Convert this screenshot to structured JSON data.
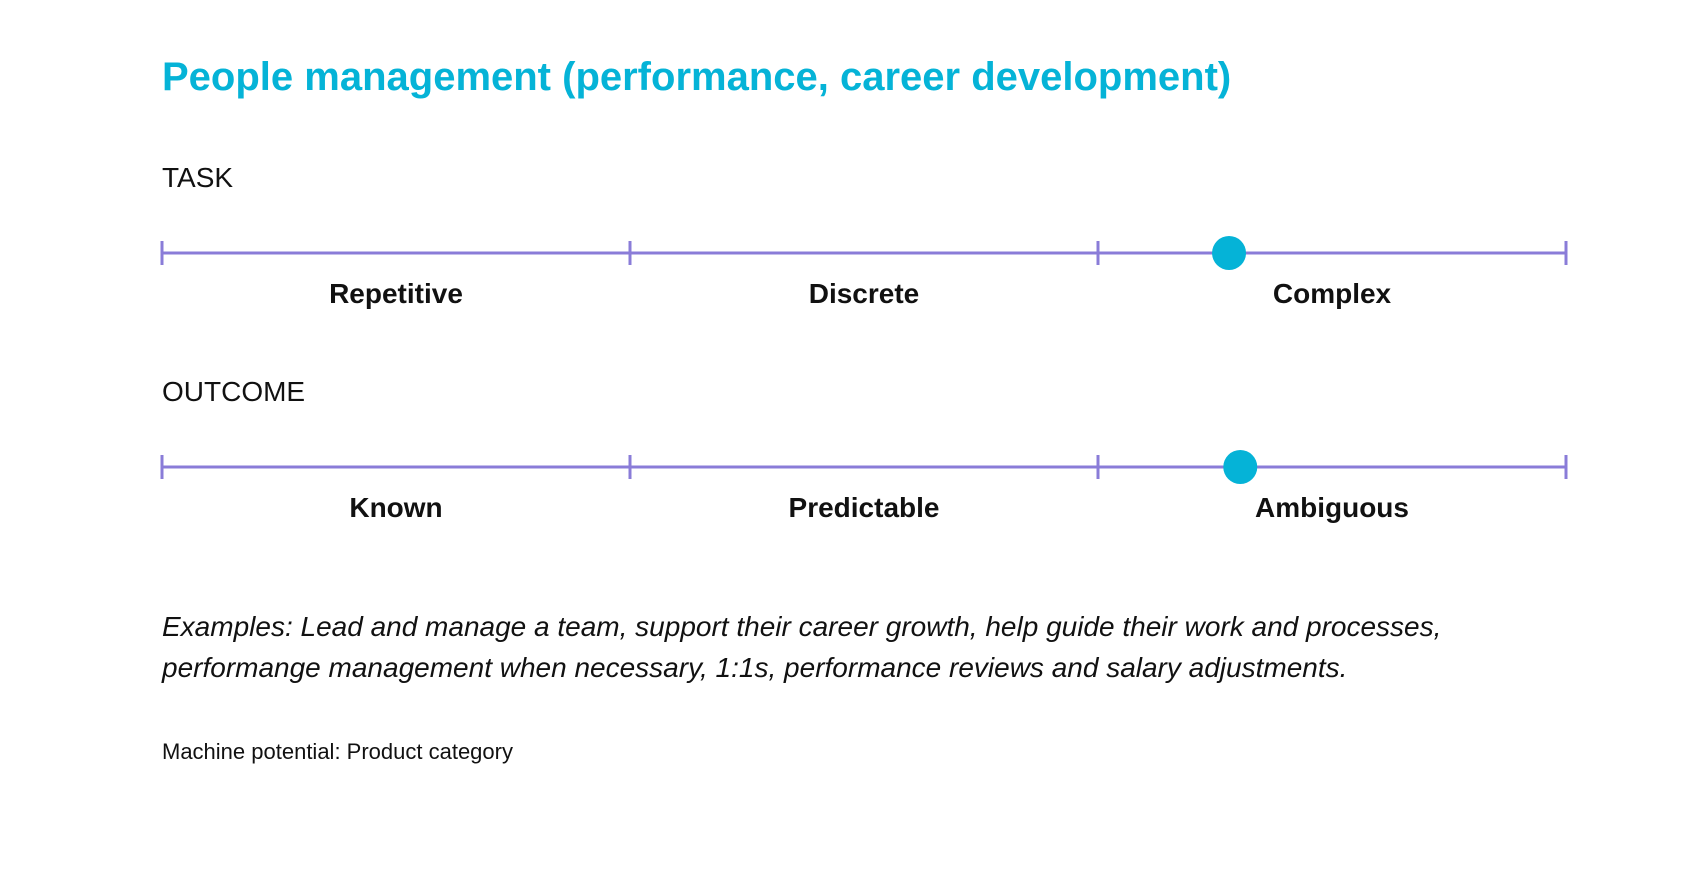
{
  "title": "People management (performance, career development)",
  "colors": {
    "accent": "#05B3D7",
    "scale_line": "#8A7CD8",
    "marker": "#05B3D7",
    "text": "#111111"
  },
  "scales": [
    {
      "label": "TASK",
      "segments": [
        "Repetitive",
        "Discrete",
        "Complex"
      ],
      "value": 0.76
    },
    {
      "label": "OUTCOME",
      "segments": [
        "Known",
        "Predictable",
        "Ambiguous"
      ],
      "value": 0.768
    }
  ],
  "examples": "Examples: Lead and manage a team, support their career growth, help guide their work and processes, performange management when necessary, 1:1s, performance reviews and salary adjustments.",
  "footnote": "Machine potential: Product category"
}
